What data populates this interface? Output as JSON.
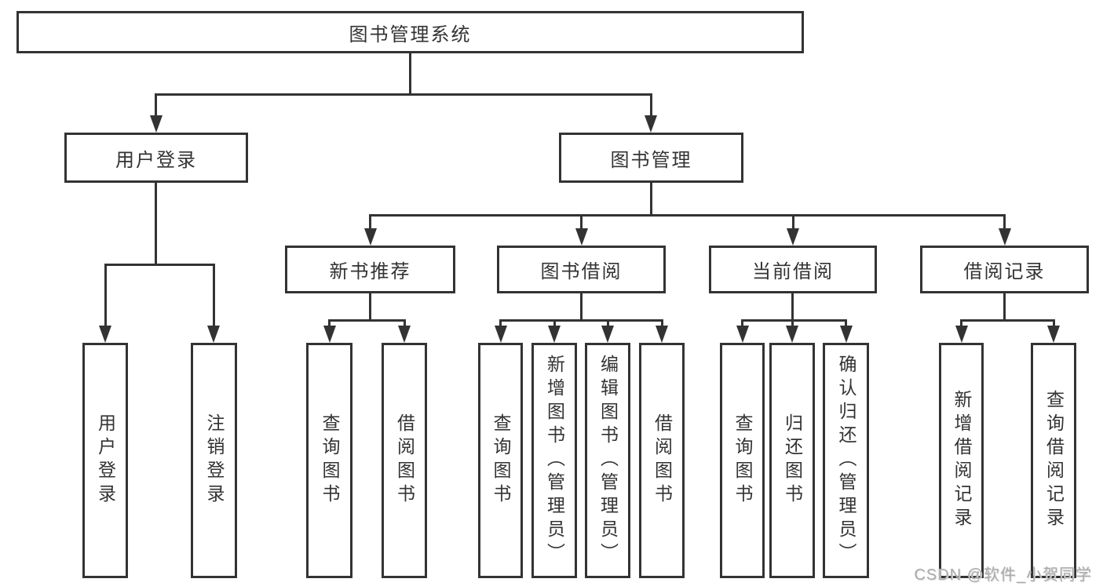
{
  "root": {
    "label": "图书管理系统"
  },
  "level2": {
    "user_login": {
      "label": "用户登录"
    },
    "book_management": {
      "label": "图书管理"
    }
  },
  "level3": {
    "new_book_recommend": {
      "label": "新书推荐"
    },
    "book_borrow": {
      "label": "图书借阅"
    },
    "current_borrow": {
      "label": "当前借阅"
    },
    "borrow_records": {
      "label": "借阅记录"
    }
  },
  "leaves": {
    "user_login": [
      {
        "label": "用户登录"
      },
      {
        "label": "注销登录"
      }
    ],
    "new_book_recommend": [
      {
        "label": "查询图书"
      },
      {
        "label": "借阅图书"
      }
    ],
    "book_borrow": [
      {
        "label": "查询图书"
      },
      {
        "label": "新增图书（管理员）"
      },
      {
        "label": "编辑图书（管理员）"
      },
      {
        "label": "借阅图书"
      }
    ],
    "current_borrow": [
      {
        "label": "查询图书"
      },
      {
        "label": "归还图书"
      },
      {
        "label": "确认归还（管理员）"
      }
    ],
    "borrow_records": [
      {
        "label": "新增借阅记录"
      },
      {
        "label": "查询借阅记录"
      }
    ]
  },
  "watermark": {
    "text": "CSDN @软件_小贺同学"
  },
  "colors": {
    "line": "#333333",
    "text": "#333333",
    "watermark": "#ababab",
    "background": "#ffffff"
  }
}
